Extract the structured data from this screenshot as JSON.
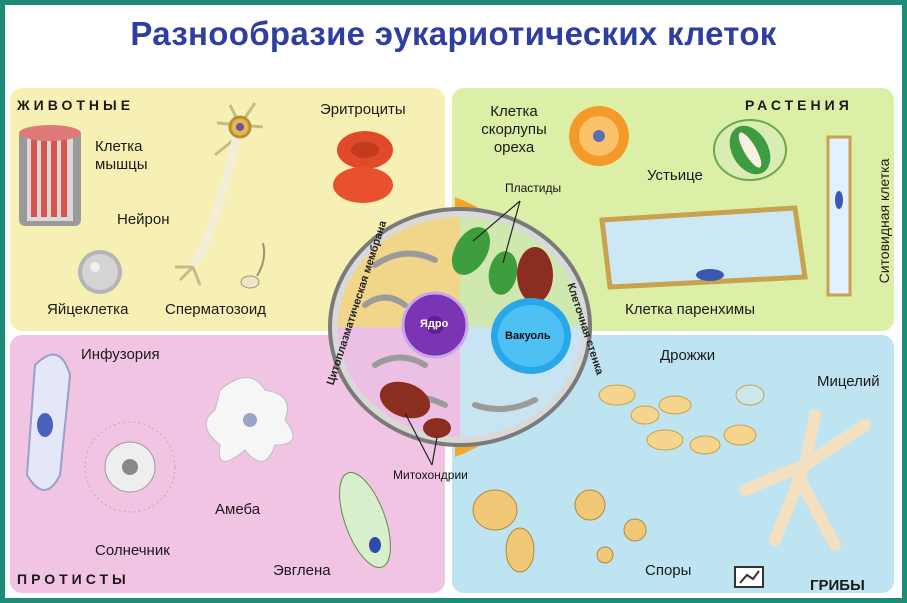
{
  "title": "Разнообразие эукариотических клеток",
  "groups": {
    "animals": "ЖИВОТНЫЕ",
    "plants": "РАСТЕНИЯ",
    "protists": "ПРОТИСТЫ",
    "fungi": "ГРИБЫ"
  },
  "animals": {
    "muscle": "Клетка\nмышцы",
    "neuron": "Нейрон",
    "egg": "Яйцеклетка",
    "sperm": "Сперматозоид",
    "erythrocytes": "Эритроциты"
  },
  "plants": {
    "nutshell": "Клетка\nскорлупы\nореха",
    "stomata": "Устьице",
    "parenchyma": "Клетка паренхимы",
    "sieve": "Ситовидная клетка"
  },
  "protists": {
    "infusoria": "Инфузория",
    "heliozoa": "Солнечник",
    "amoeba": "Амеба",
    "euglena": "Эвглена"
  },
  "fungi": {
    "yeast": "Дрожжи",
    "mycelium": "Мицелий",
    "spores": "Споры"
  },
  "center": {
    "nucleus": "Ядро",
    "vacuole": "Вакуоль",
    "plastids": "Пластиды",
    "mitochondria": "Митохондрии",
    "membrane": "Цитоплазматическая мембрана",
    "cell_wall": "Клеточная стенка"
  },
  "colors": {
    "animals_bg": "#f7f0b4",
    "plants_bg": "#dcefa6",
    "protists_bg": "#f2c4e4",
    "fungi_bg": "#bfe4f1",
    "title": "#2f3ea1",
    "frame": "#1e8a78"
  }
}
